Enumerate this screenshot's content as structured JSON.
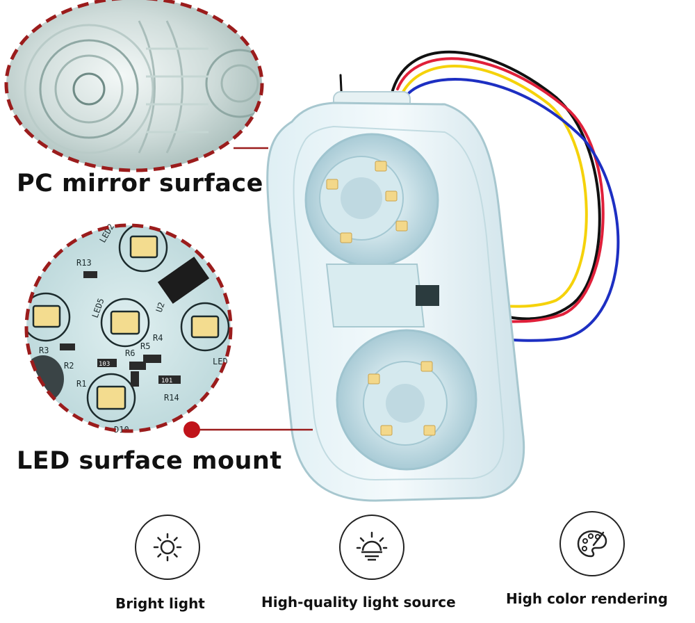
{
  "callouts": {
    "pc_mirror": "PC mirror surface",
    "led_smd": "LED surface mount"
  },
  "features": [
    {
      "label": "Bright light",
      "icon": "sun-icon"
    },
    {
      "label": "High-quality light source",
      "icon": "lamp-light-icon"
    },
    {
      "label": "High color rendering",
      "icon": "palette-icon"
    }
  ],
  "pcb_markings": {
    "r3": "R3",
    "r2": "R2",
    "r1": "R1",
    "r6": "R6",
    "r5": "R5",
    "r4": "R4",
    "r14": "R14",
    "res_103": "103",
    "res_101": "101",
    "led5": "LED5",
    "u2": "U2",
    "d10": "D10",
    "led": "LED",
    "r13": "R13",
    "led2": "LED2"
  },
  "colors": {
    "dashed_border": "#9b1c1c",
    "callout_dot": "#c0131a",
    "wire_red": "#e0203a",
    "wire_yellow": "#f5d20a",
    "wire_blue": "#1d2fc2",
    "wire_black": "#111111",
    "led_warm": "#f3d88a"
  }
}
